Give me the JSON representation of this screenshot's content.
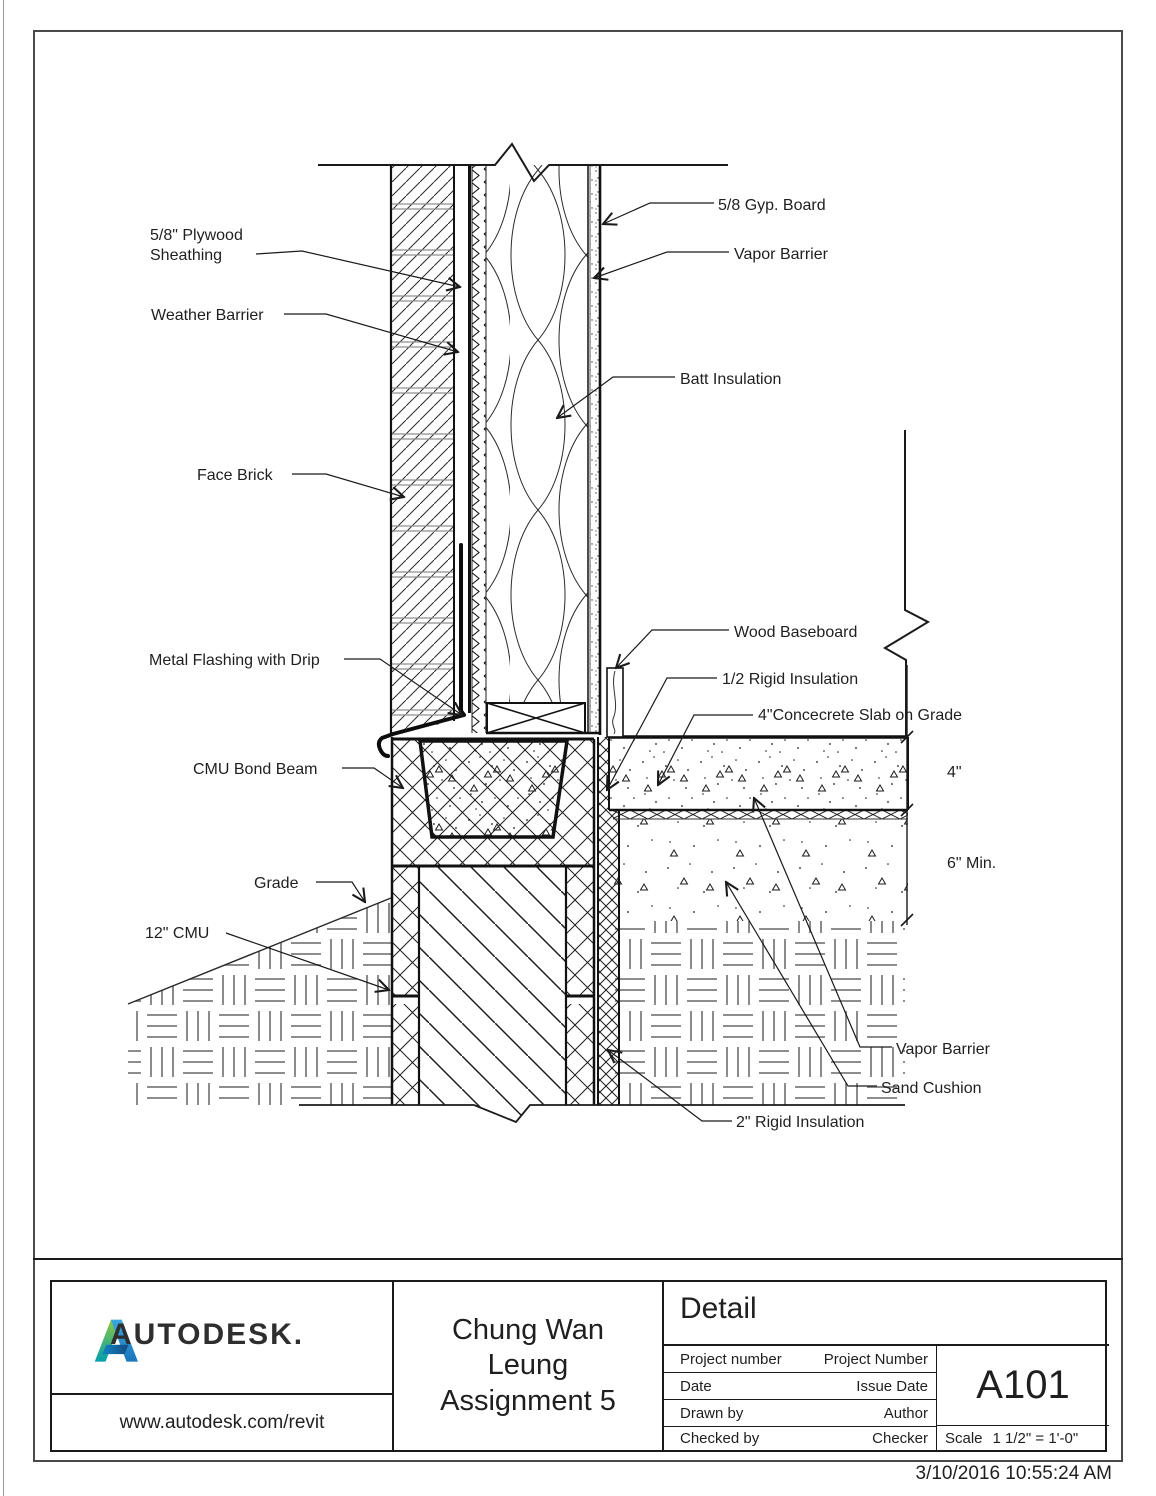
{
  "drawing": {
    "labels": {
      "plywood": "5/8\" Plywood Sheathing",
      "weather_barrier": "Weather Barrier",
      "face_brick": "Face Brick",
      "metal_flashing": "Metal Flashing with Drip",
      "cmu_bond_beam": "CMU Bond Beam",
      "grade": "Grade",
      "cmu_12": "12\" CMU",
      "gyp_board": "5/8 Gyp. Board",
      "vapor_barrier_top": "Vapor Barrier",
      "batt_insulation": "Batt Insulation",
      "wood_baseboard": "Wood Baseboard",
      "rigid_insulation_half": "1/2 Rigid Insulation",
      "slab_on_grade": "4\"Concecrete Slab on Grade",
      "vapor_barrier_bottom": "Vapor Barrier",
      "sand_cushion": "Sand Cushion",
      "rigid_insulation_2": "2\" Rigid Insulation"
    },
    "dimensions": {
      "slab_thickness": "4\"",
      "base_thickness": "6\" Min."
    }
  },
  "titleblock": {
    "logo_word": "AUTODESK.",
    "url": "www.autodesk.com/revit",
    "client": "Chung Wan Leung",
    "project": "Assignment 5",
    "sheet_title": "Detail",
    "sheet_number": "A101",
    "scale_label": "Scale",
    "scale_value": "1 1/2\" = 1'-0\"",
    "rows": [
      {
        "label": "Project number",
        "value": "Project Number"
      },
      {
        "label": "Date",
        "value": "Issue Date"
      },
      {
        "label": "Drawn by",
        "value": "Author"
      },
      {
        "label": "Checked by",
        "value": "Checker"
      }
    ]
  },
  "footer": {
    "timestamp": "3/10/2016 10:55:24 AM"
  }
}
